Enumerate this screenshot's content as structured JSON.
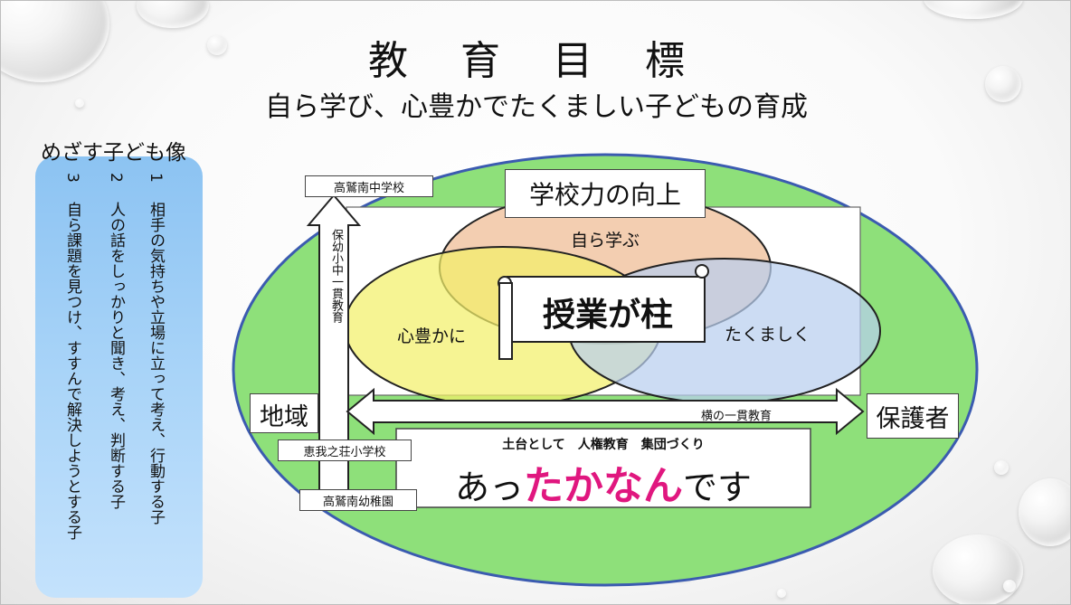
{
  "slide": {
    "title": "教 育 目 標",
    "subtitle": "自ら学び、心豊かでたくましい子どもの育成"
  },
  "goals": {
    "heading": "めざす子ども像",
    "items": [
      {
        "num": "1",
        "text": "相手の気持ちや立場に立って考え、行動する子"
      },
      {
        "num": "2",
        "text": "人の話をしっかりと聞き、考え、判断する子"
      },
      {
        "num": "3",
        "text": "自ら課題を見つけ、すすんで解決しようとする子"
      }
    ]
  },
  "diagram": {
    "school_power": "学校力の向上",
    "circles": {
      "top": "自ら学ぶ",
      "left": "心豊かに",
      "right": "たくましく"
    },
    "scroll_text": "授業が柱",
    "schools": {
      "junior_high": "高鷲南中学校",
      "elementary": "恵我之荘小学校",
      "kindergarten": "高鷲南幼稚園"
    },
    "vertical_label": "保幼小中一貫教育",
    "horizontal_label": "横の一貫教育",
    "community": "地域",
    "guardians": "保護者",
    "foundation": "土台として　人権教育　集団づくり",
    "slogan": {
      "prefix": "あっ",
      "main": "たかなん",
      "suffix": "です"
    },
    "colors": {
      "ellipse_green": "#8ee07a",
      "ellipse_border": "#3b5bb0",
      "circle_top": "#f2c9a8",
      "circle_left": "#f3f06a",
      "circle_right": "#b8cfee",
      "slogan_pink": "#e0177f",
      "goals_panel": "#a9d4f8"
    }
  }
}
